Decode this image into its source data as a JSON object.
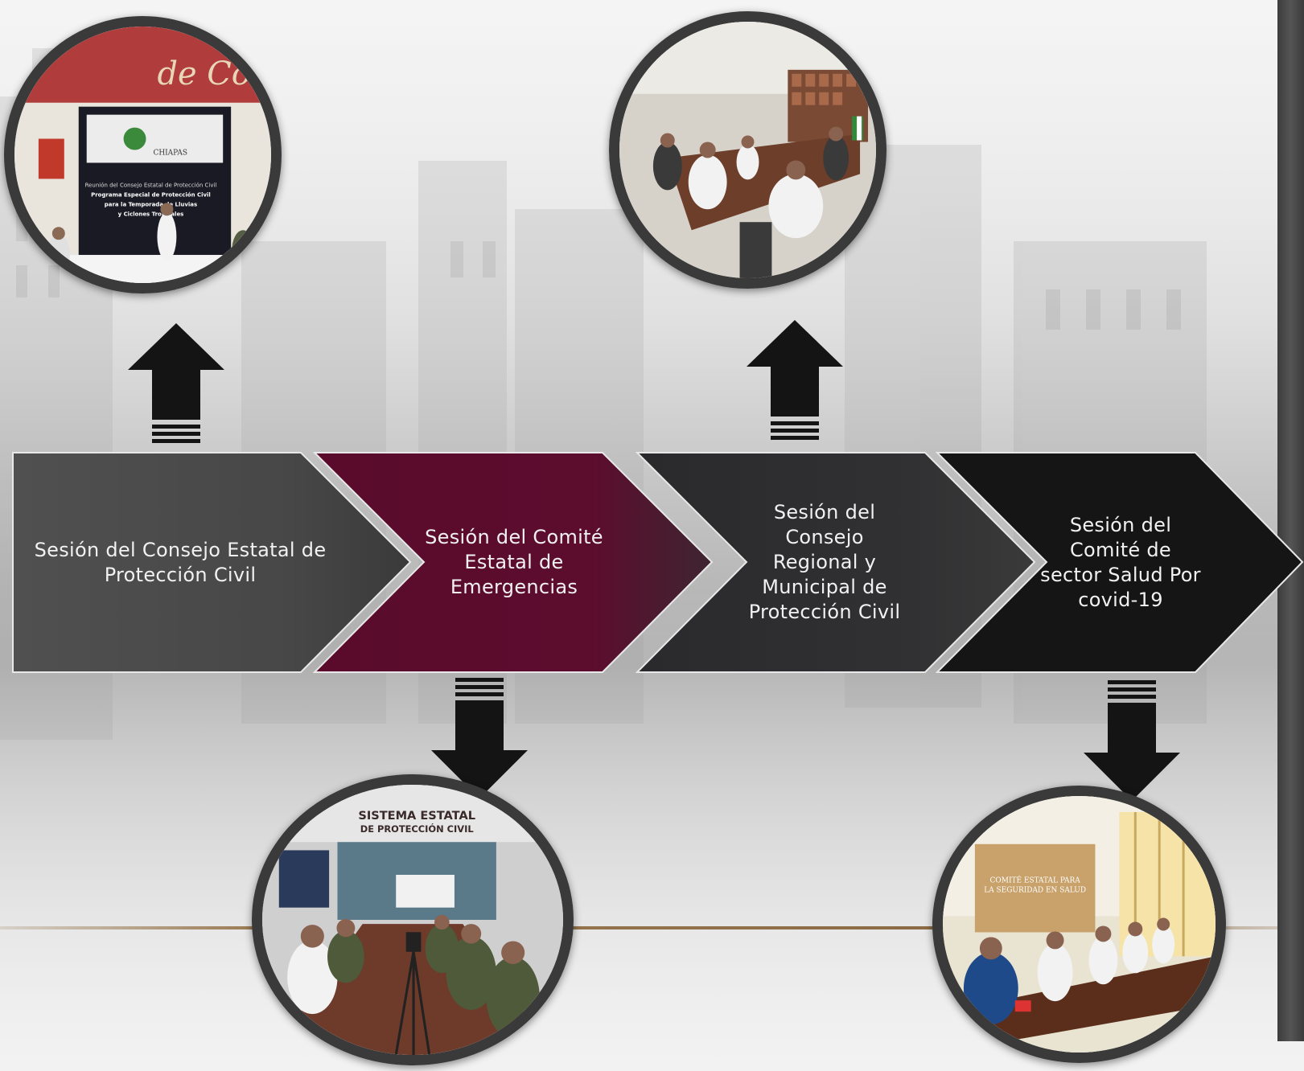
{
  "timeline": {
    "steps": [
      {
        "label": "Sesión del Consejo Estatal de Protección Civil",
        "fill": "#4a4a4a"
      },
      {
        "label": "Sesión del Comité Estatal de Emergencias",
        "fill": "#5c0d2e"
      },
      {
        "label": "Sesión del Consejo Regional y Municipal de Protección Civil",
        "fill": "#2e2e30"
      },
      {
        "label": "Sesión del Comité de sector Salud Por covid-19",
        "fill": "#151515"
      }
    ]
  },
  "photo1": {
    "sign_logo": "de Corazón",
    "screen_org": "CHIAPAS",
    "screen_line1": "Reunión del Consejo Estatal de Protección Civil",
    "screen_line2": "Programa Especial de Protección Civil",
    "screen_line3": "para la Temporada de Lluvias",
    "screen_line4": "y Ciclones Tropicales"
  },
  "photo3": {
    "banner_line1": "SISTEMA ESTATAL",
    "banner_line2": "DE PROTECCIÓN CIVIL"
  },
  "photo4": {
    "banner_line1": "COMITÉ ESTATAL PARA",
    "banner_line2": "LA SEGURIDAD EN SALUD"
  },
  "colors": {
    "accent": "#5c0d2e",
    "border": "#3a3a3a",
    "gold_line": "#9a7a52"
  }
}
